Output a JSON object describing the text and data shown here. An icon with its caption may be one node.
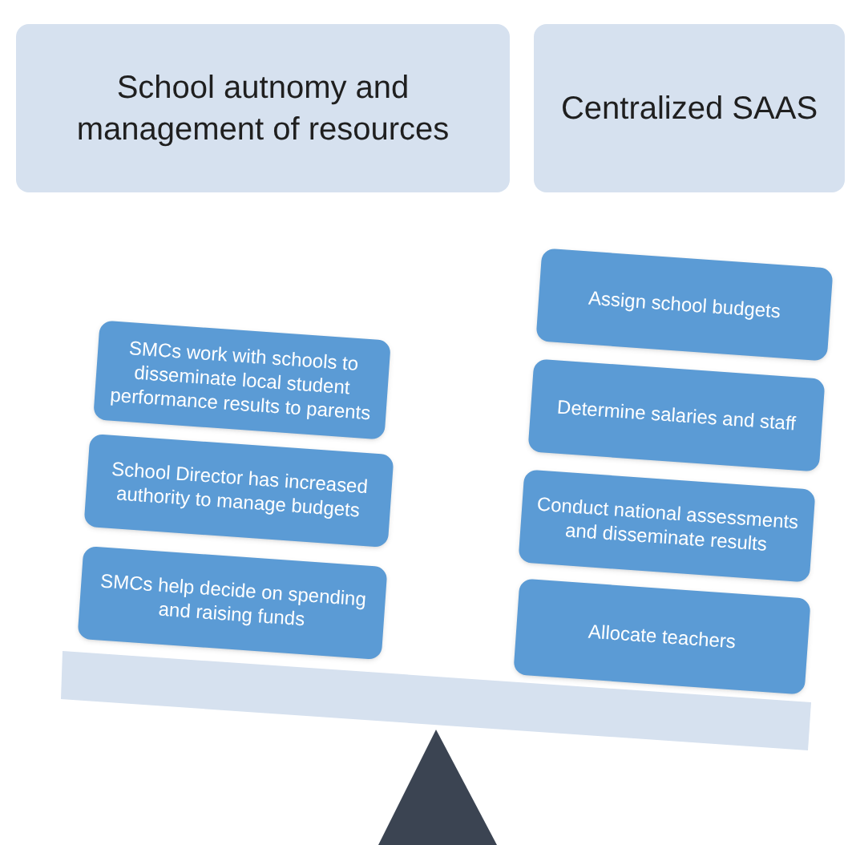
{
  "diagram": {
    "nodes": [
      {
        "text": [
          "School autnomy and management of resources"
        ]
      },
      {
        "text": [
          "Centralized SAAS"
        ]
      },
      {
        "text": [
          "SMCs work with schools to disseminate local student performance results to parents"
        ]
      },
      {
        "text": [
          "School Director has increased authority to manage budgets"
        ]
      },
      {
        "text": [
          "SMCs help decide on spending and raising funds"
        ]
      },
      {
        "text": [
          "Assign school budgets"
        ]
      },
      {
        "text": [
          "Determine salaries and staff"
        ]
      },
      {
        "text": [
          "Conduct national assessments and disseminate results"
        ]
      },
      {
        "text": [
          "Allocate teachers"
        ]
      }
    ]
  }
}
